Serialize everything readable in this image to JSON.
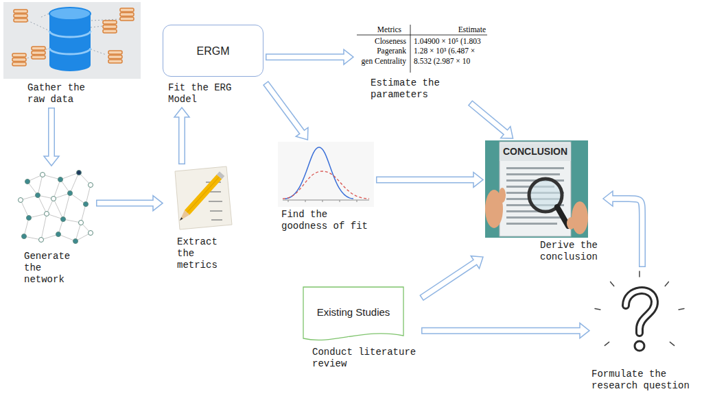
{
  "diagram": {
    "nodes": [
      {
        "text": [
          "Gather the raw data"
        ]
      },
      {
        "text": [
          "ERGM",
          "Fit the ERG Model"
        ]
      },
      {
        "text": [
          "Estimate the parameters"
        ]
      },
      {
        "text": [
          "Generate the network"
        ]
      },
      {
        "text": [
          "Extract the metrics"
        ]
      },
      {
        "text": [
          "Find the goodness of fit"
        ]
      },
      {
        "text": [
          "Derive the conclusion"
        ]
      },
      {
        "text": [
          "Existing Studies",
          "Conduct literature review"
        ]
      },
      {
        "text": [
          "Formulate the research question"
        ]
      }
    ],
    "edges": [
      {
        "from": 0,
        "to": 3,
        "arrow": "to"
      },
      {
        "from": 3,
        "to": 4,
        "arrow": "to"
      },
      {
        "from": 4,
        "to": 1,
        "arrow": "to"
      },
      {
        "from": 1,
        "to": 2,
        "arrow": "to"
      },
      {
        "from": 1,
        "to": 5,
        "arrow": "to"
      },
      {
        "from": 2,
        "to": 6,
        "arrow": "to"
      },
      {
        "from": 5,
        "to": 6,
        "arrow": "to"
      },
      {
        "from": 7,
        "to": 6,
        "arrow": "to"
      },
      {
        "from": 7,
        "to": 8,
        "arrow": "to"
      },
      {
        "from": 8,
        "to": 6,
        "arrow": "to"
      }
    ],
    "labels": [
      "Metrics",
      "Estimate",
      "Closeness",
      "1.04900 × 10⁵ (1.803",
      "Pagerank",
      "1.28 × 10³ (6.487 ×",
      "gen Centrality",
      "8.532 (2.987 × 10",
      "CONCLUSION"
    ]
  }
}
